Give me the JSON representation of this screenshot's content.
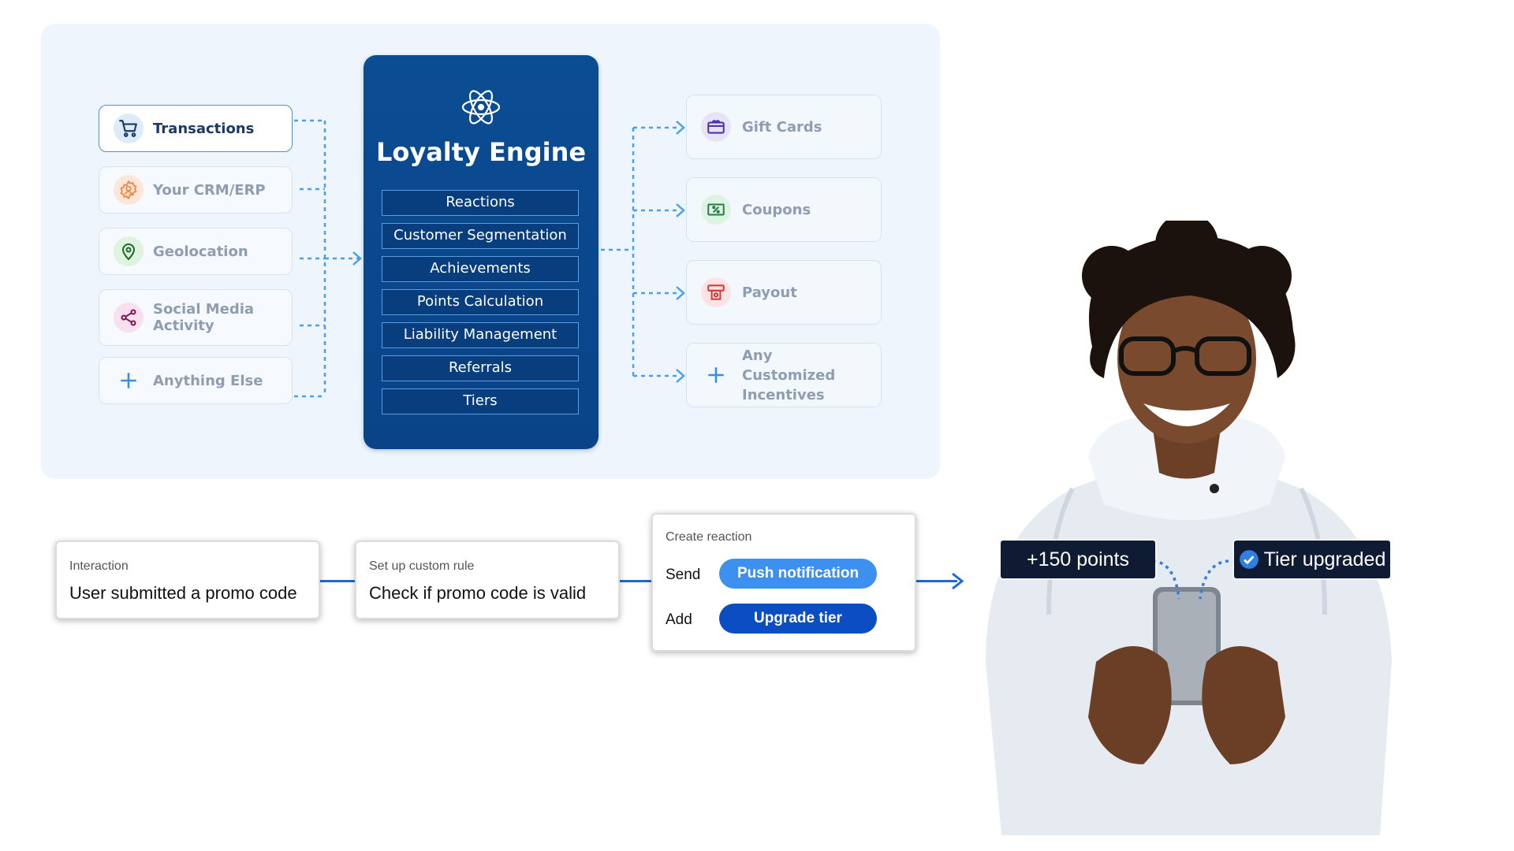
{
  "sources": [
    {
      "label": "Transactions",
      "icon": "cart-icon"
    },
    {
      "label": "Your CRM/ERP",
      "icon": "gear-icon"
    },
    {
      "label": "Geolocation",
      "icon": "location-pin-icon"
    },
    {
      "label": "Social Media Activity",
      "icon": "share-icon"
    },
    {
      "label": "Anything Else",
      "icon": "plus-icon"
    }
  ],
  "engine": {
    "title": "Loyalty Engine",
    "icon": "atom-icon",
    "features": [
      "Reactions",
      "Customer Segmentation",
      "Achievements",
      "Points Calculation",
      "Liability Management",
      "Referrals",
      "Tiers"
    ]
  },
  "outputs": [
    {
      "label": "Gift Cards",
      "icon": "gift-card-icon"
    },
    {
      "label": "Coupons",
      "icon": "coupon-icon"
    },
    {
      "label": "Payout",
      "icon": "payout-icon"
    },
    {
      "label": "Any Customized Incentives",
      "icon": "plus-icon"
    }
  ],
  "flow": {
    "interaction": {
      "caption": "Interaction",
      "text": "User submitted a promo code"
    },
    "rule": {
      "caption": "Set up custom rule",
      "text": "Check if promo code is valid"
    },
    "reaction": {
      "caption": "Create reaction",
      "send_label": "Send",
      "send_action": "Push notification",
      "add_label": "Add",
      "add_action": "Upgrade tier"
    }
  },
  "badges": {
    "points": "+150 points",
    "tier": "Tier upgraded"
  },
  "colors": {
    "panel": "#eef5fc",
    "engine": "#0b4d93",
    "dash": "#4aa0ea",
    "connector": "#1f67d6",
    "badge": "#0e1b33"
  }
}
